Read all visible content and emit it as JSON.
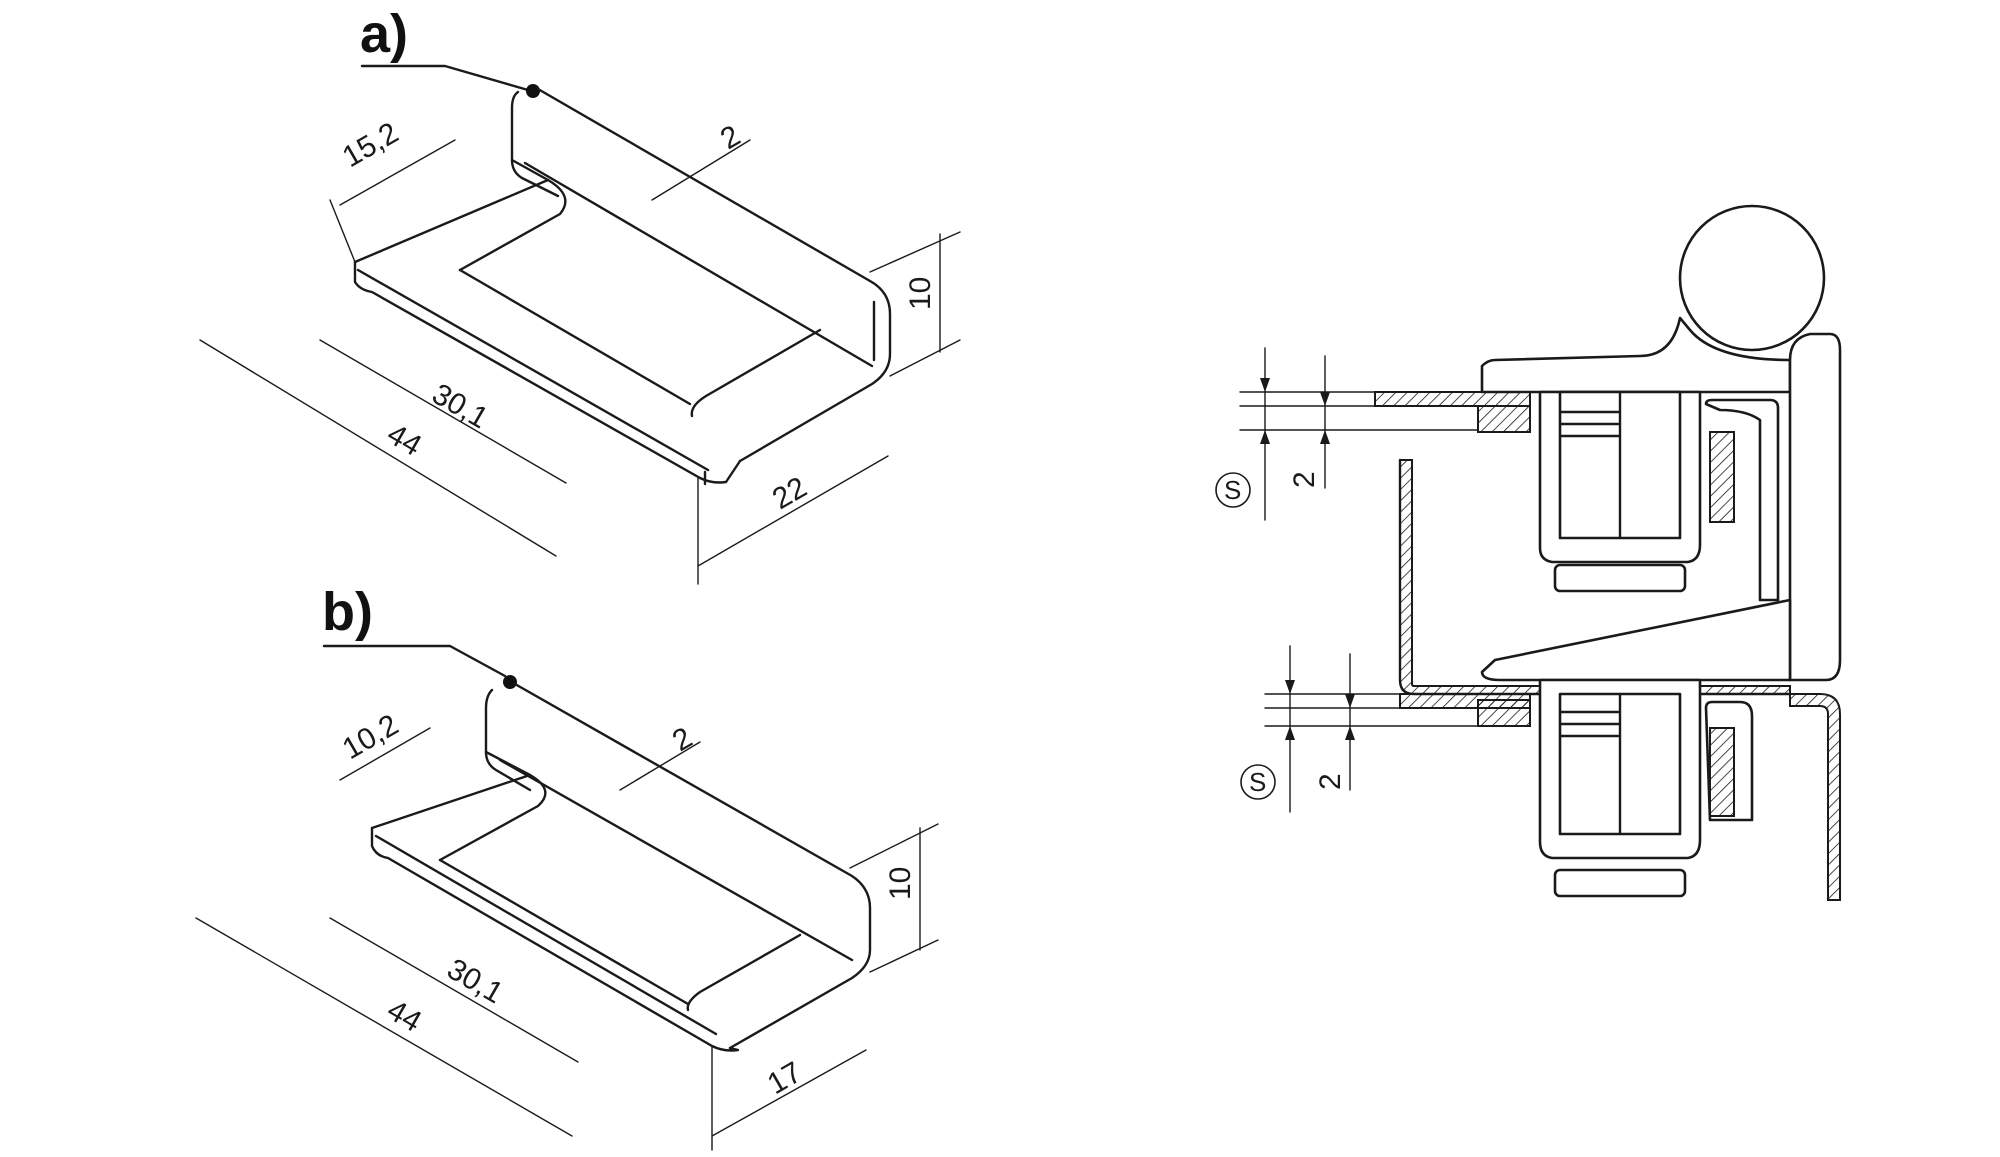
{
  "figure": {
    "part_a": {
      "label": "a)",
      "dims": {
        "width": "15,2",
        "thickness": "2",
        "height": "10",
        "inner_length": "30,1",
        "length": "44",
        "depth": "22"
      }
    },
    "part_b": {
      "label": "b)",
      "dims": {
        "width": "10,2",
        "thickness": "2",
        "height": "10",
        "inner_length": "30,1",
        "length": "44",
        "depth": "17"
      }
    },
    "section": {
      "upper": {
        "symbol": "S",
        "gap": "2"
      },
      "lower": {
        "symbol": "S",
        "gap": "2"
      }
    }
  }
}
